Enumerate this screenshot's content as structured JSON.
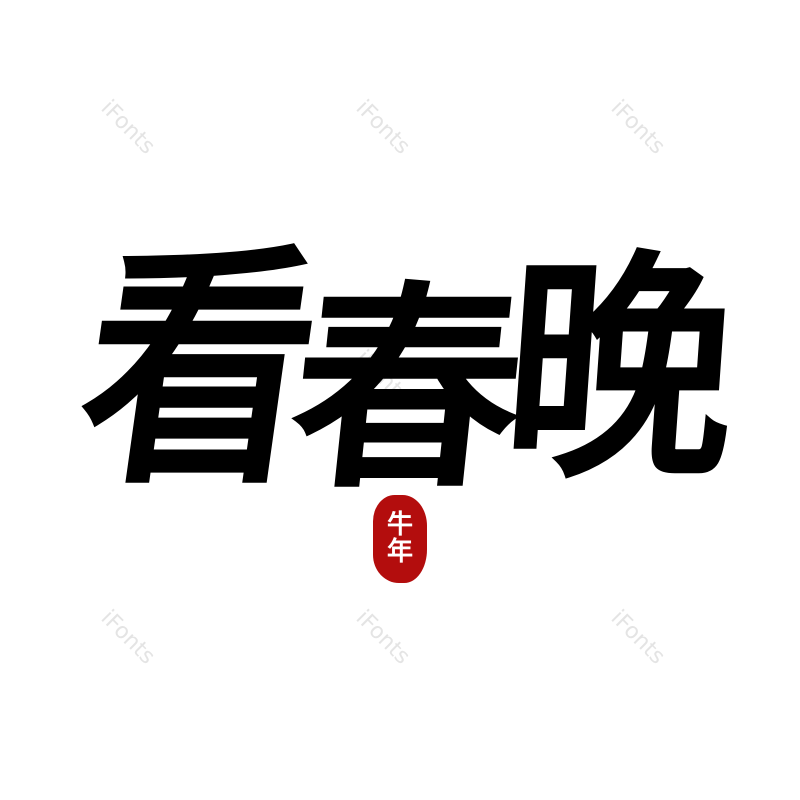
{
  "title": {
    "chars": [
      "看",
      "春",
      "晚"
    ]
  },
  "seal": {
    "chars": [
      "牛",
      "年"
    ],
    "color": "#b30d0d"
  },
  "watermark": {
    "text": "iFonts"
  }
}
